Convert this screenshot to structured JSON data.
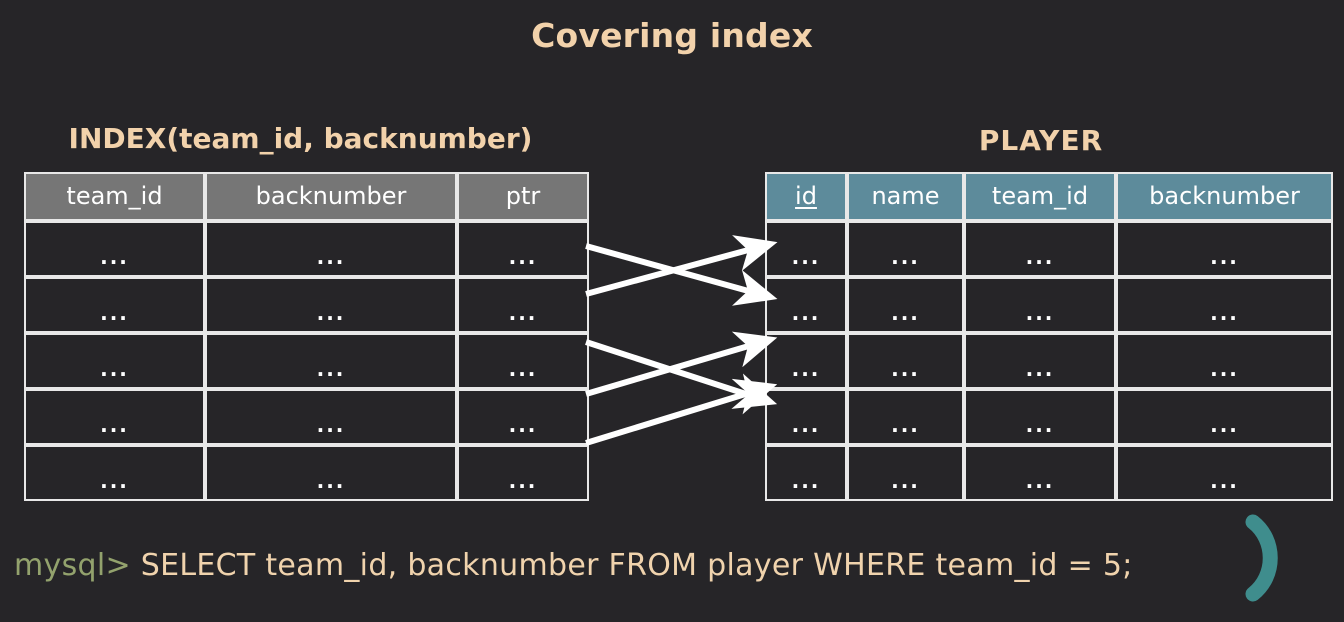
{
  "slide": {
    "title": "Covering index",
    "background_color": "#262528",
    "accent_color": "#f2d2ab",
    "teal_color": "#5d8b9b",
    "green_color": "#93a26d"
  },
  "index_table": {
    "caption": "INDEX(team_id, backnumber)",
    "header_color": "#767676",
    "columns": [
      "team_id",
      "backnumber",
      "ptr"
    ],
    "rows": [
      [
        "...",
        "...",
        "..."
      ],
      [
        "...",
        "...",
        "..."
      ],
      [
        "...",
        "...",
        "..."
      ],
      [
        "...",
        "...",
        "..."
      ],
      [
        "...",
        "...",
        "..."
      ]
    ]
  },
  "player_table": {
    "caption": "PLAYER",
    "header_color": "#5d8b9b",
    "columns": [
      "id",
      "name",
      "team_id",
      "backnumber"
    ],
    "primary_key": "id",
    "rows": [
      [
        "...",
        "...",
        "...",
        "..."
      ],
      [
        "...",
        "...",
        "...",
        "..."
      ],
      [
        "...",
        "...",
        "...",
        "..."
      ],
      [
        "...",
        "...",
        "...",
        "..."
      ],
      [
        "...",
        "...",
        "...",
        "..."
      ]
    ]
  },
  "arrows": {
    "name": "index-to-row-pointer-arrows",
    "color": "#ffffff",
    "count": 5
  },
  "sql": {
    "prompt": "mysql>",
    "statement": "SELECT team_id, backnumber FROM player WHERE team_id = 5;"
  },
  "decoration": {
    "paren_mark": ")"
  }
}
